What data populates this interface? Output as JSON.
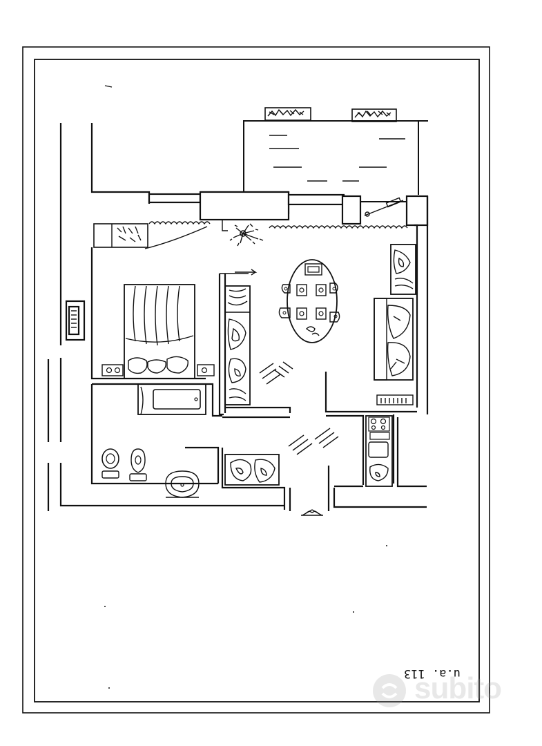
{
  "plan": {
    "unit_label": "u.a. 113",
    "label_orientation": "rotated-180"
  },
  "watermark": {
    "text": "subito"
  },
  "colors": {
    "ink": "#111111",
    "paper": "#ffffff",
    "watermark": "#9a9a9a"
  }
}
